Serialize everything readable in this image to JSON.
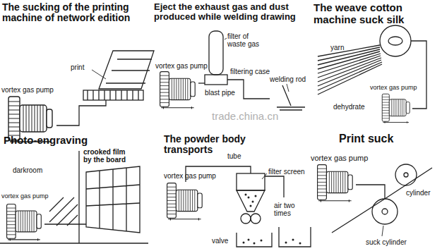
{
  "diagram": {
    "labels": [
      "The sucking of the printing machine of network edition",
      "vortex gas pump",
      "print",
      "Eject the exhaust gas and dust produced while welding drawing",
      "filter of waste gas",
      "vortex gas pump",
      "filtering case",
      "welding rod",
      "blast pipe",
      "trade.china.cn",
      "The weave cotton machine suck silk",
      "yarn",
      "vortex gas pump",
      "dehydrate",
      "Photo-engraving",
      "crooked film by the board",
      "darkroom",
      "vortex gas pump",
      "The powder body transports",
      "tube",
      "filter screen",
      "vortex gas pump",
      "air two times",
      "valve",
      "Print suck",
      "vortex gas pump",
      "cylinder",
      "suck cylinder"
    ]
  }
}
